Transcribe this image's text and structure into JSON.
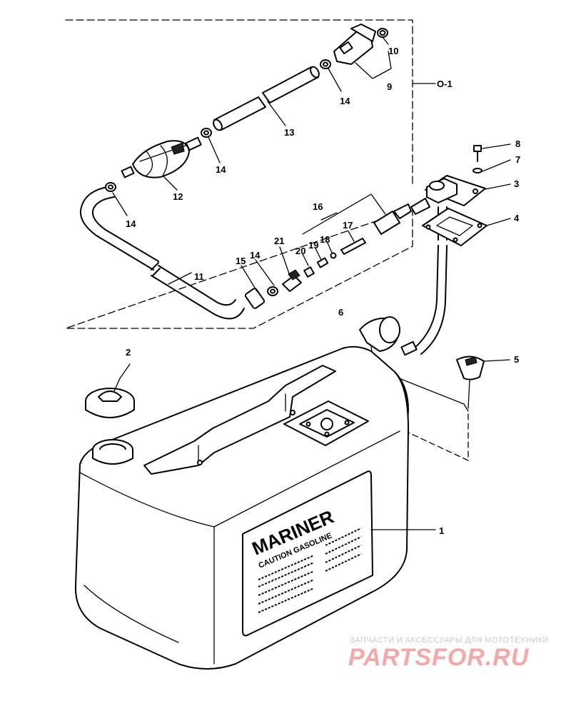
{
  "diagram": {
    "assembly_label": "O-1",
    "callouts": {
      "n1": "1",
      "n2": "2",
      "n3": "3",
      "n4": "4",
      "n5": "5",
      "n6": "6",
      "n7": "7",
      "n8": "8",
      "n9": "9",
      "n10": "10",
      "n11": "11",
      "n12": "12",
      "n13": "13",
      "n14": "14",
      "n15": "15",
      "n16": "16",
      "n17": "17",
      "n18": "18",
      "n19": "19",
      "n20": "20",
      "n21": "21"
    },
    "tank_decal": {
      "brand": "MARINER",
      "subtitle": "CAUTION GASOLINE"
    }
  },
  "watermark": {
    "tagline": "ЗАПЧАСТИ И АКСЕССУАРЫ ДЛЯ МОТОТЕХНИКИ",
    "site": "PARTSFOR.RU",
    "color": "#f2a9a9"
  }
}
